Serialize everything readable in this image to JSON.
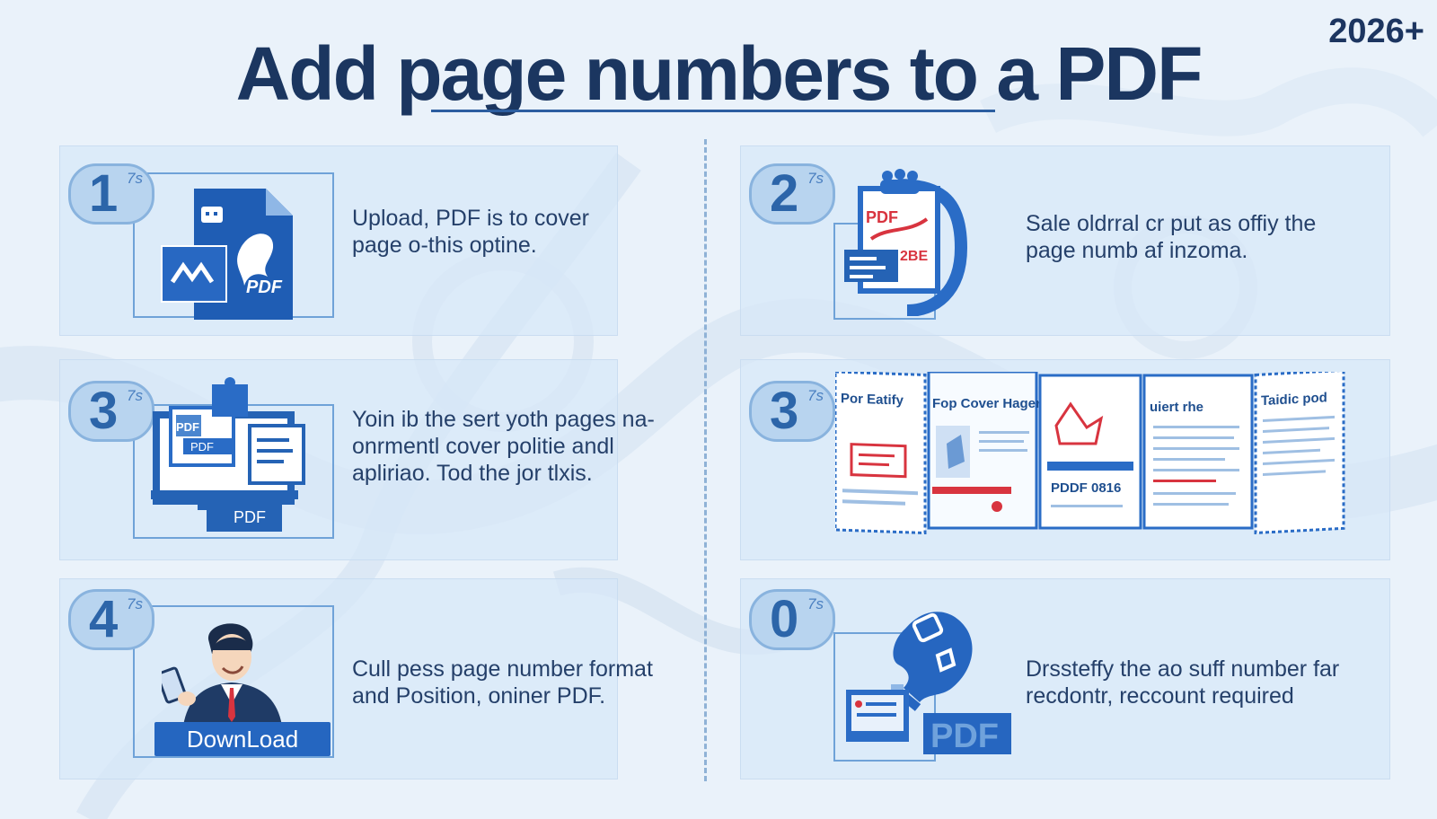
{
  "year_badge": "2026+",
  "title": "Add page numbers to a PDF",
  "steps": [
    {
      "number": "1",
      "sup": "7s",
      "text": "Upload, PDF is to cover page o-this optine."
    },
    {
      "number": "2",
      "sup": "7s",
      "text": "Sale oldrral cr put as offiy the page numb af  inzoma."
    },
    {
      "number": "3",
      "sup": "7s",
      "text": "Yoin ib the sert yoth pages na-onrmentl cover politie andl apliriao. Tod the jor tlxis."
    },
    {
      "number": "3",
      "sup": "7s",
      "text": ""
    },
    {
      "number": "4",
      "sup": "7s",
      "text": "Cull pess page number format and Position, oniner PDF."
    },
    {
      "number": "0",
      "sup": "7s",
      "text": "Drssteffy the ao suff number far recdontr, reccount required"
    }
  ],
  "icon_labels": {
    "step1_pdf": "PDF",
    "step2_pdf": "PDF",
    "step2_code": "2BE",
    "step3_pdf_small": "PDF",
    "step3_pdf_screen": "PDF",
    "step3_pdf_monitor": "PDF",
    "step6_pdf": "PDF"
  },
  "download_label": "DownLoad",
  "preview_sheets": {
    "s1_title": "Por Eatify",
    "s2_title": "Fop Cover Hager",
    "s3_code": "PDDF  0816",
    "s4_title": "uiert rhe",
    "s5_title": "Taidic pod"
  },
  "colors": {
    "background": "#eaf2fa",
    "title": "#1b3660",
    "accent_blue": "#2566c0",
    "accent_red": "#d8343f",
    "card": "#d7e8f8"
  }
}
